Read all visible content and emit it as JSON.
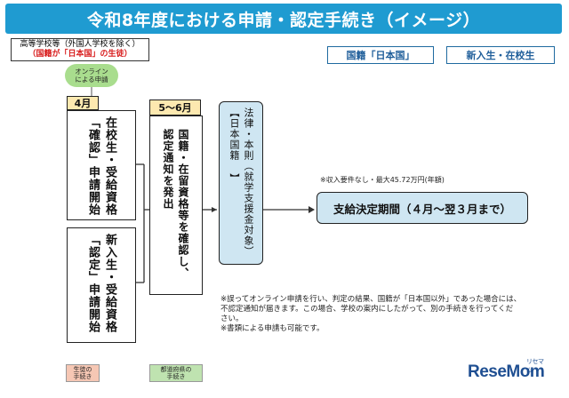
{
  "title": "令和8年度における申請・認定手続き（イメージ）",
  "subject": {
    "line1": "高等学校等（外国人学校を除く）",
    "line2": "（国籍が「日本国」の生徒）"
  },
  "tags": {
    "nationality": "国籍「日本国」",
    "students": "新入生・在校生"
  },
  "online_badge": "オンラインによる申請",
  "step1": {
    "month": "4月",
    "existing_students": "在校生・受給資格「確認」申請開始",
    "new_students": "新入生・受給資格「認定」申請開始"
  },
  "step2": {
    "month": "5〜6月",
    "text": "国籍・在留資格等を確認し、認定通知を発出"
  },
  "step3": {
    "text": "法律・本則（就学支援金対象）【日本国籍 】"
  },
  "income_note": "※収入要件なし・最大45.72万円(年額)",
  "final": "支給決定期間（４月〜翌３月まで）",
  "notes": [
    "※誤ってオンライン申請を行い、判定の結果、国籍が「日本国以外」であった場合には、",
    "不認定通知が届きます。この場合、学校の案内にしたがって、別の手続きを行ってくだ",
    "さい。",
    "※書類による申請も可能です。"
  ],
  "legend": {
    "student": "生徒の手続き",
    "prefecture": "都道府県の手続き"
  },
  "watermark": "ReseMom",
  "watermark_sub": "リセマム",
  "colors": {
    "title_bg": "#1f9bd1",
    "online_badge": "#a9dd8e",
    "month_label": "#fde9b0",
    "process_box": "#cfe6f2",
    "legend_student": "#f6c7b4",
    "legend_prefecture": "#bfe3b0"
  }
}
